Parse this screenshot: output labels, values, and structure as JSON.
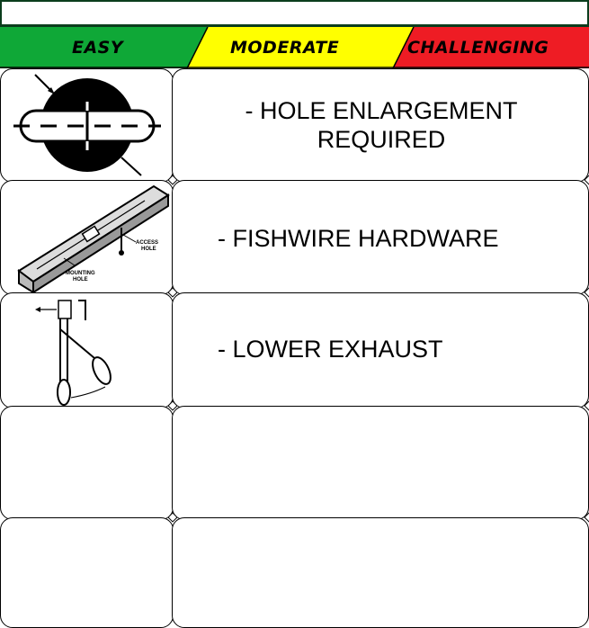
{
  "difficulty_scale": {
    "levels": [
      {
        "label": "EASY",
        "color": "#0fa837"
      },
      {
        "label": "MODERATE",
        "color": "#ffff00"
      },
      {
        "label": "CHALLENGING",
        "color": "#ee1c24"
      }
    ]
  },
  "rows": [
    {
      "icon": "hole-enlargement-icon",
      "lines": [
        "- HOLE ENLARGEMENT",
        "REQUIRED"
      ]
    },
    {
      "icon": "fishwire-hardware-icon",
      "lines": [
        "- FISHWIRE HARDWARE"
      ],
      "icon_labels": [
        "ACCESS",
        "HOLE",
        "MOUNTING",
        "HOLE"
      ]
    },
    {
      "icon": "lower-exhaust-icon",
      "lines": [
        "- LOWER EXHAUST"
      ]
    },
    {
      "icon": "",
      "lines": []
    },
    {
      "icon": "",
      "lines": []
    }
  ]
}
